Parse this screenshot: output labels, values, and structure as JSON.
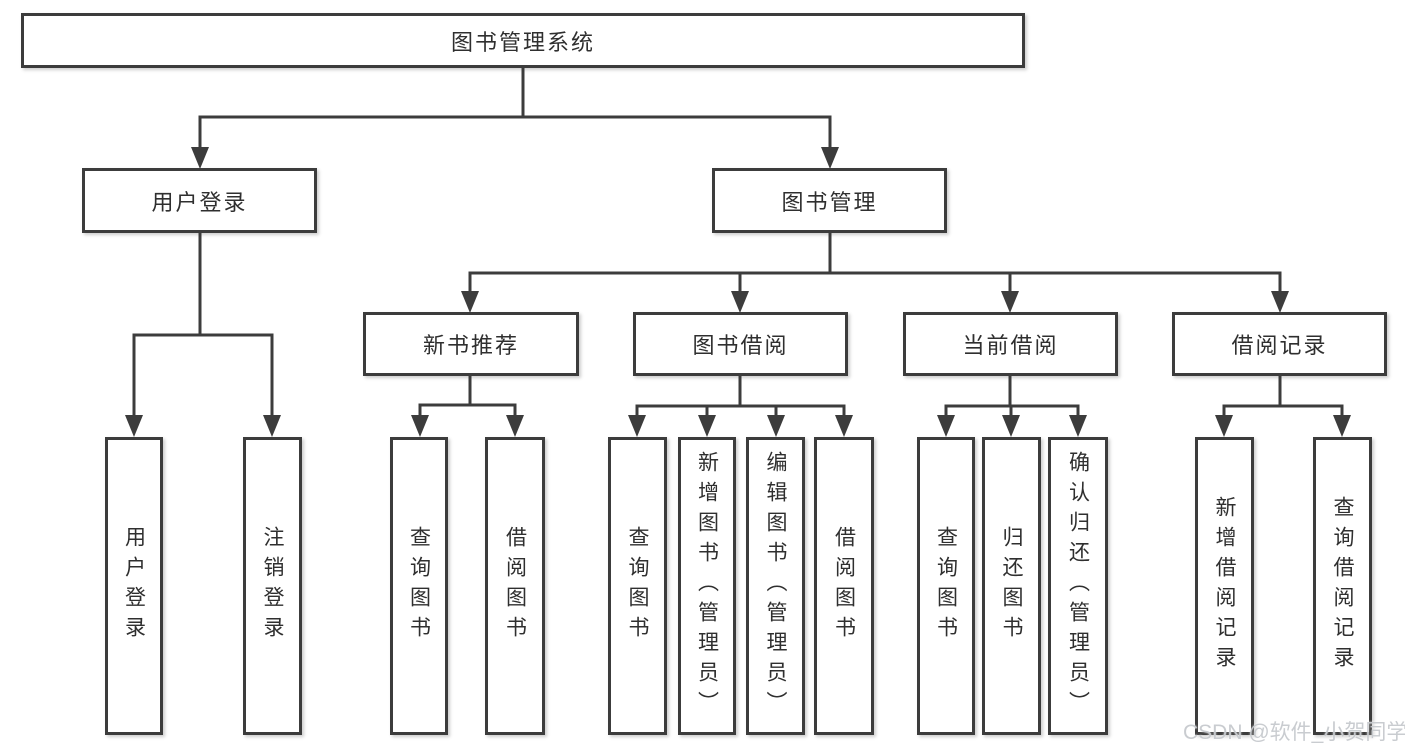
{
  "diagram": {
    "root": {
      "label": "图书管理系统"
    },
    "branches": [
      {
        "label": "用户登录",
        "children": [
          {
            "label": "用户登录"
          },
          {
            "label": "注销登录"
          }
        ]
      },
      {
        "label": "图书管理",
        "children": [
          {
            "label": "新书推荐",
            "children": [
              {
                "label": "查询图书"
              },
              {
                "label": "借阅图书"
              }
            ]
          },
          {
            "label": "图书借阅",
            "children": [
              {
                "label": "查询图书"
              },
              {
                "label": "新增图书（管理员）"
              },
              {
                "label": "编辑图书（管理员）"
              },
              {
                "label": "借阅图书"
              }
            ]
          },
          {
            "label": "当前借阅",
            "children": [
              {
                "label": "查询图书"
              },
              {
                "label": "归还图书"
              },
              {
                "label": "确认归还（管理员）"
              }
            ]
          },
          {
            "label": "借阅记录",
            "children": [
              {
                "label": "新增借阅记录"
              },
              {
                "label": "查询借阅记录"
              }
            ]
          }
        ]
      }
    ]
  },
  "watermark": {
    "text": "CSDN @软件_小贺同学"
  },
  "colors": {
    "line": "#3c3c3c",
    "text": "#2f2f2f",
    "background": "#ffffff",
    "watermark": "#c6c9ce"
  }
}
